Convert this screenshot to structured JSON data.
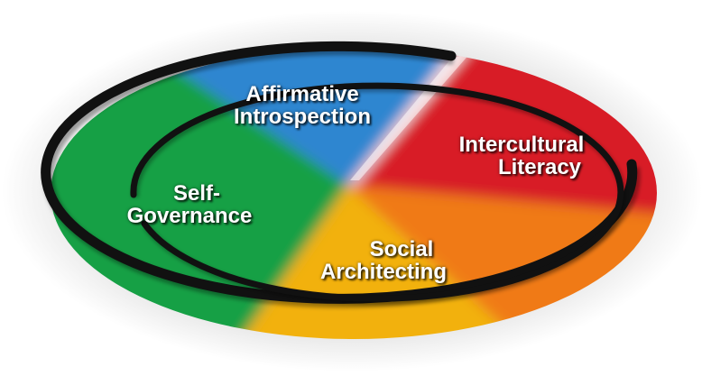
{
  "diagram": {
    "segments": [
      {
        "id": "affirmative-introspection",
        "lines": [
          "Affirmative",
          "Introspection"
        ],
        "color": "#2f86d0"
      },
      {
        "id": "intercultural-literacy",
        "lines": [
          "Intercultural",
          "Literacy"
        ],
        "color": "#d81f26"
      },
      {
        "id": "social-architecting",
        "lines": [
          "Social",
          "Architecting"
        ],
        "color": "#f2b10e"
      },
      {
        "id": "self-governance",
        "lines": [
          "Self-",
          "Governance"
        ],
        "color": "#12a045"
      }
    ],
    "colors": {
      "blue": "#2f86d0",
      "red": "#d81f26",
      "orange": "#f07a18",
      "yellow": "#f2b10e",
      "green": "#12a045",
      "ring": "#111111",
      "halo": "#dcdcdc"
    }
  }
}
